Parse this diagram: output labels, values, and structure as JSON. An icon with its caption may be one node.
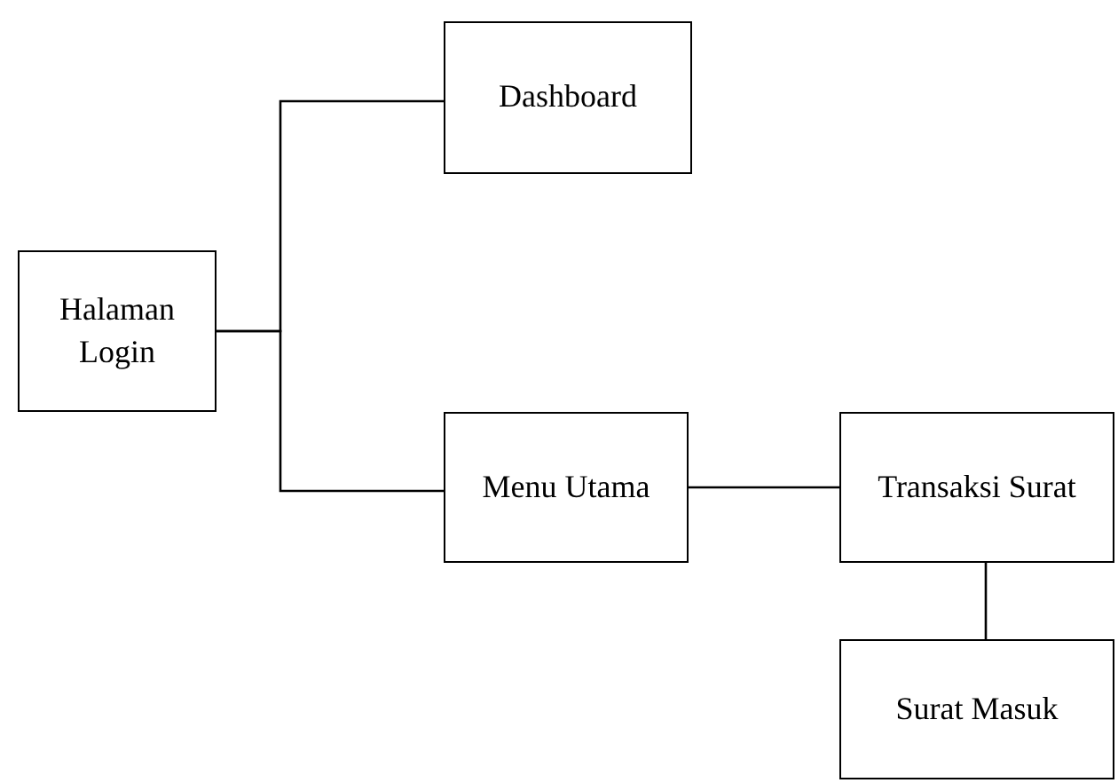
{
  "diagram": {
    "nodes": [
      {
        "text": [
          "Halaman Login"
        ]
      },
      {
        "text": [
          "Dashboard"
        ]
      },
      {
        "text": [
          "Menu Utama"
        ]
      },
      {
        "text": [
          "Transaksi Surat"
        ]
      },
      {
        "text": [
          "Surat Masuk"
        ]
      }
    ],
    "edges": [
      {
        "from": 0,
        "to": 1,
        "arrow": "none"
      },
      {
        "from": 0,
        "to": 2,
        "arrow": "none"
      },
      {
        "from": 2,
        "to": 3,
        "arrow": "none"
      },
      {
        "from": 3,
        "to": 4,
        "arrow": "none"
      }
    ]
  }
}
